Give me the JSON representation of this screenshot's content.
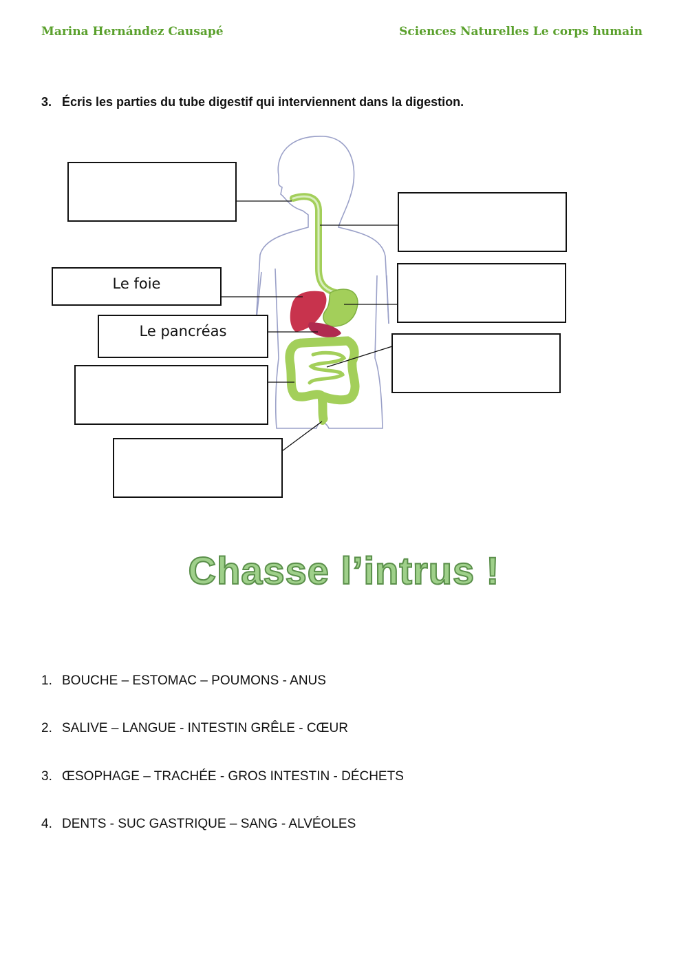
{
  "header": {
    "left": "Marina Hernández Causapé",
    "right": "Sciences Naturelles Le corps humain"
  },
  "instruction": {
    "number": "3.",
    "text": "Écris les parties du tube digestif qui interviennent dans la digestion."
  },
  "diagram": {
    "colors": {
      "digestive": "#a3cf5a",
      "organ_red": "#c8334d",
      "outline": "#9aa0c8"
    },
    "labels": [
      "",
      "",
      "Le foie",
      "",
      "Le pancréas",
      "",
      "",
      ""
    ]
  },
  "section_title": "Chasse l’intrus !",
  "questions": [
    {
      "n": "1.",
      "text": "BOUCHE – ESTOMAC – POUMONS - ANUS"
    },
    {
      "n": "2.",
      "text": "SALIVE – LANGUE - INTESTIN GRÊLE - CŒUR"
    },
    {
      "n": "3.",
      "text": "ŒSOPHAGE – TRACHÉE - GROS INTESTIN - DÉCHETS"
    },
    {
      "n": "4.",
      "text": "DENTS - SUC GASTRIQUE – SANG - ALVÉOLES"
    }
  ]
}
